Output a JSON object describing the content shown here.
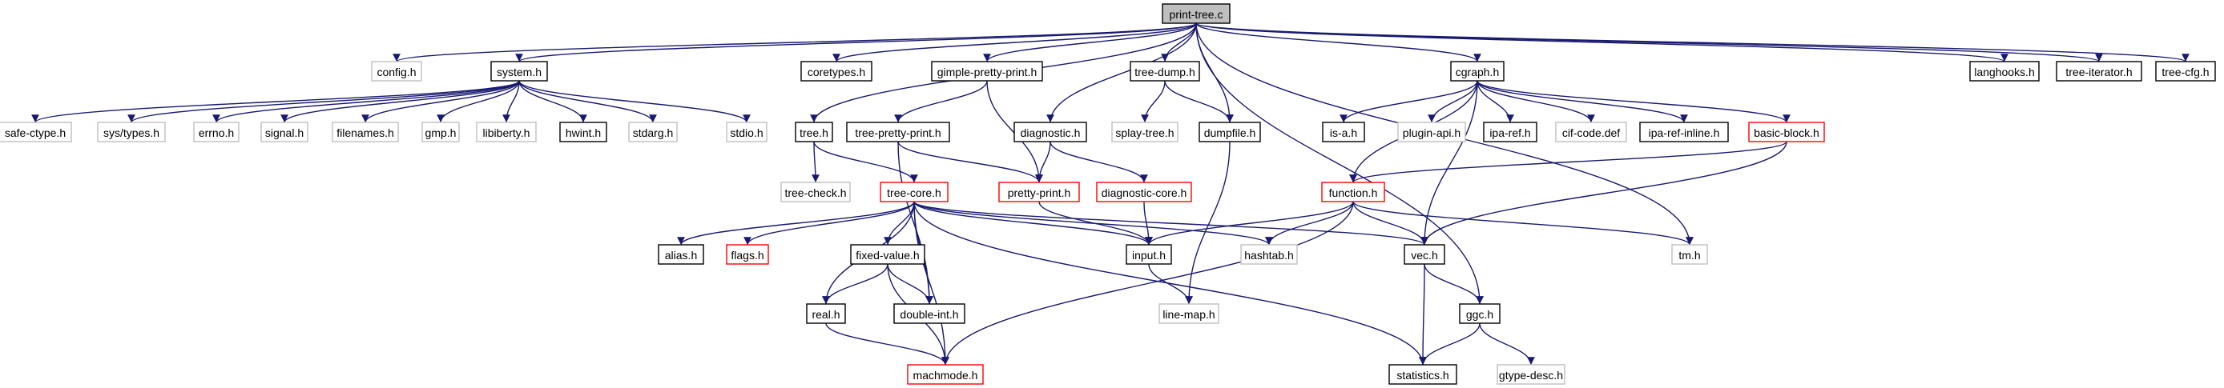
{
  "title": "print-tree.c",
  "colors": {
    "edge": "#191970",
    "root_fill": "#bfbfbf",
    "box_border": "#000000",
    "truncated_border": "#ff0000",
    "external_border": "#bfbfbf",
    "external_text": "#808080"
  },
  "nodes": [
    {
      "id": "print-tree.c",
      "label": "print-tree.c",
      "kind": "root"
    },
    {
      "id": "config.h",
      "label": "config.h",
      "kind": "external"
    },
    {
      "id": "system.h",
      "label": "system.h",
      "kind": "normal"
    },
    {
      "id": "coretypes.h",
      "label": "coretypes.h",
      "kind": "normal"
    },
    {
      "id": "gimple-pretty-print.h",
      "label": "gimple-pretty-print.h",
      "kind": "normal"
    },
    {
      "id": "tree-dump.h",
      "label": "tree-dump.h",
      "kind": "normal"
    },
    {
      "id": "cgraph.h",
      "label": "cgraph.h",
      "kind": "normal"
    },
    {
      "id": "langhooks.h",
      "label": "langhooks.h",
      "kind": "normal"
    },
    {
      "id": "tree-iterator.h",
      "label": "tree-iterator.h",
      "kind": "normal"
    },
    {
      "id": "tree-cfg.h",
      "label": "tree-cfg.h",
      "kind": "normal"
    },
    {
      "id": "safe-ctype.h",
      "label": "safe-ctype.h",
      "kind": "external"
    },
    {
      "id": "sys/types.h",
      "label": "sys/types.h",
      "kind": "external"
    },
    {
      "id": "errno.h",
      "label": "errno.h",
      "kind": "external"
    },
    {
      "id": "signal.h",
      "label": "signal.h",
      "kind": "external"
    },
    {
      "id": "filenames.h",
      "label": "filenames.h",
      "kind": "external"
    },
    {
      "id": "gmp.h",
      "label": "gmp.h",
      "kind": "external"
    },
    {
      "id": "libiberty.h",
      "label": "libiberty.h",
      "kind": "external"
    },
    {
      "id": "hwint.h",
      "label": "hwint.h",
      "kind": "normal"
    },
    {
      "id": "stdarg.h",
      "label": "stdarg.h",
      "kind": "external"
    },
    {
      "id": "stdio.h",
      "label": "stdio.h",
      "kind": "external"
    },
    {
      "id": "tree.h",
      "label": "tree.h",
      "kind": "normal"
    },
    {
      "id": "tree-pretty-print.h",
      "label": "tree-pretty-print.h",
      "kind": "normal"
    },
    {
      "id": "diagnostic.h",
      "label": "diagnostic.h",
      "kind": "normal"
    },
    {
      "id": "splay-tree.h",
      "label": "splay-tree.h",
      "kind": "external"
    },
    {
      "id": "dumpfile.h",
      "label": "dumpfile.h",
      "kind": "normal"
    },
    {
      "id": "is-a.h",
      "label": "is-a.h",
      "kind": "normal"
    },
    {
      "id": "plugin-api.h",
      "label": "plugin-api.h",
      "kind": "external"
    },
    {
      "id": "ipa-ref.h",
      "label": "ipa-ref.h",
      "kind": "normal"
    },
    {
      "id": "cif-code.def",
      "label": "cif-code.def",
      "kind": "external"
    },
    {
      "id": "ipa-ref-inline.h",
      "label": "ipa-ref-inline.h",
      "kind": "normal"
    },
    {
      "id": "basic-block.h",
      "label": "basic-block.h",
      "kind": "truncated"
    },
    {
      "id": "tree-check.h",
      "label": "tree-check.h",
      "kind": "external"
    },
    {
      "id": "tree-core.h",
      "label": "tree-core.h",
      "kind": "truncated"
    },
    {
      "id": "pretty-print.h",
      "label": "pretty-print.h",
      "kind": "truncated"
    },
    {
      "id": "diagnostic-core.h",
      "label": "diagnostic-core.h",
      "kind": "truncated"
    },
    {
      "id": "function.h",
      "label": "function.h",
      "kind": "truncated"
    },
    {
      "id": "alias.h",
      "label": "alias.h",
      "kind": "normal"
    },
    {
      "id": "flags.h",
      "label": "flags.h",
      "kind": "truncated"
    },
    {
      "id": "fixed-value.h",
      "label": "fixed-value.h",
      "kind": "normal"
    },
    {
      "id": "input.h",
      "label": "input.h",
      "kind": "normal"
    },
    {
      "id": "hashtab.h",
      "label": "hashtab.h",
      "kind": "external"
    },
    {
      "id": "vec.h",
      "label": "vec.h",
      "kind": "normal"
    },
    {
      "id": "tm.h",
      "label": "tm.h",
      "kind": "external"
    },
    {
      "id": "real.h",
      "label": "real.h",
      "kind": "normal"
    },
    {
      "id": "double-int.h",
      "label": "double-int.h",
      "kind": "normal"
    },
    {
      "id": "line-map.h",
      "label": "line-map.h",
      "kind": "external"
    },
    {
      "id": "ggc.h",
      "label": "ggc.h",
      "kind": "normal"
    },
    {
      "id": "machmode.h",
      "label": "machmode.h",
      "kind": "truncated"
    },
    {
      "id": "statistics.h",
      "label": "statistics.h",
      "kind": "normal"
    },
    {
      "id": "gtype-desc.h",
      "label": "gtype-desc.h",
      "kind": "external"
    }
  ],
  "edges": [
    [
      "print-tree.c",
      "config.h"
    ],
    [
      "print-tree.c",
      "system.h"
    ],
    [
      "print-tree.c",
      "coretypes.h"
    ],
    [
      "print-tree.c",
      "gimple-pretty-print.h"
    ],
    [
      "print-tree.c",
      "tree-dump.h"
    ],
    [
      "print-tree.c",
      "cgraph.h"
    ],
    [
      "print-tree.c",
      "langhooks.h"
    ],
    [
      "print-tree.c",
      "tree-iterator.h"
    ],
    [
      "print-tree.c",
      "tree-cfg.h"
    ],
    [
      "print-tree.c",
      "tree.h"
    ],
    [
      "print-tree.c",
      "diagnostic.h"
    ],
    [
      "print-tree.c",
      "dumpfile.h"
    ],
    [
      "print-tree.c",
      "ggc.h"
    ],
    [
      "print-tree.c",
      "tm.h"
    ],
    [
      "system.h",
      "safe-ctype.h"
    ],
    [
      "system.h",
      "sys/types.h"
    ],
    [
      "system.h",
      "errno.h"
    ],
    [
      "system.h",
      "signal.h"
    ],
    [
      "system.h",
      "filenames.h"
    ],
    [
      "system.h",
      "gmp.h"
    ],
    [
      "system.h",
      "libiberty.h"
    ],
    [
      "system.h",
      "hwint.h"
    ],
    [
      "system.h",
      "stdarg.h"
    ],
    [
      "system.h",
      "stdio.h"
    ],
    [
      "gimple-pretty-print.h",
      "tree-pretty-print.h"
    ],
    [
      "gimple-pretty-print.h",
      "pretty-print.h"
    ],
    [
      "tree-dump.h",
      "splay-tree.h"
    ],
    [
      "tree-dump.h",
      "dumpfile.h"
    ],
    [
      "cgraph.h",
      "is-a.h"
    ],
    [
      "cgraph.h",
      "plugin-api.h"
    ],
    [
      "cgraph.h",
      "ipa-ref.h"
    ],
    [
      "cgraph.h",
      "cif-code.def"
    ],
    [
      "cgraph.h",
      "ipa-ref-inline.h"
    ],
    [
      "cgraph.h",
      "basic-block.h"
    ],
    [
      "cgraph.h",
      "function.h"
    ],
    [
      "cgraph.h",
      "vec.h"
    ],
    [
      "tree.h",
      "tree-check.h"
    ],
    [
      "tree.h",
      "tree-core.h"
    ],
    [
      "tree-pretty-print.h",
      "pretty-print.h"
    ],
    [
      "tree-pretty-print.h",
      "double-int.h"
    ],
    [
      "diagnostic.h",
      "pretty-print.h"
    ],
    [
      "diagnostic.h",
      "diagnostic-core.h"
    ],
    [
      "dumpfile.h",
      "line-map.h"
    ],
    [
      "basic-block.h",
      "function.h"
    ],
    [
      "basic-block.h",
      "vec.h"
    ],
    [
      "pretty-print.h",
      "input.h"
    ],
    [
      "diagnostic-core.h",
      "input.h"
    ],
    [
      "tree-core.h",
      "alias.h"
    ],
    [
      "tree-core.h",
      "flags.h"
    ],
    [
      "tree-core.h",
      "fixed-value.h"
    ],
    [
      "tree-core.h",
      "input.h"
    ],
    [
      "tree-core.h",
      "hashtab.h"
    ],
    [
      "tree-core.h",
      "vec.h"
    ],
    [
      "tree-core.h",
      "real.h"
    ],
    [
      "tree-core.h",
      "double-int.h"
    ],
    [
      "tree-core.h",
      "machmode.h"
    ],
    [
      "tree-core.h",
      "statistics.h"
    ],
    [
      "function.h",
      "input.h"
    ],
    [
      "function.h",
      "hashtab.h"
    ],
    [
      "function.h",
      "vec.h"
    ],
    [
      "function.h",
      "tm.h"
    ],
    [
      "function.h",
      "machmode.h"
    ],
    [
      "fixed-value.h",
      "real.h"
    ],
    [
      "fixed-value.h",
      "double-int.h"
    ],
    [
      "fixed-value.h",
      "machmode.h"
    ],
    [
      "input.h",
      "line-map.h"
    ],
    [
      "vec.h",
      "ggc.h"
    ],
    [
      "vec.h",
      "statistics.h"
    ],
    [
      "real.h",
      "machmode.h"
    ],
    [
      "ggc.h",
      "statistics.h"
    ],
    [
      "ggc.h",
      "gtype-desc.h"
    ]
  ]
}
